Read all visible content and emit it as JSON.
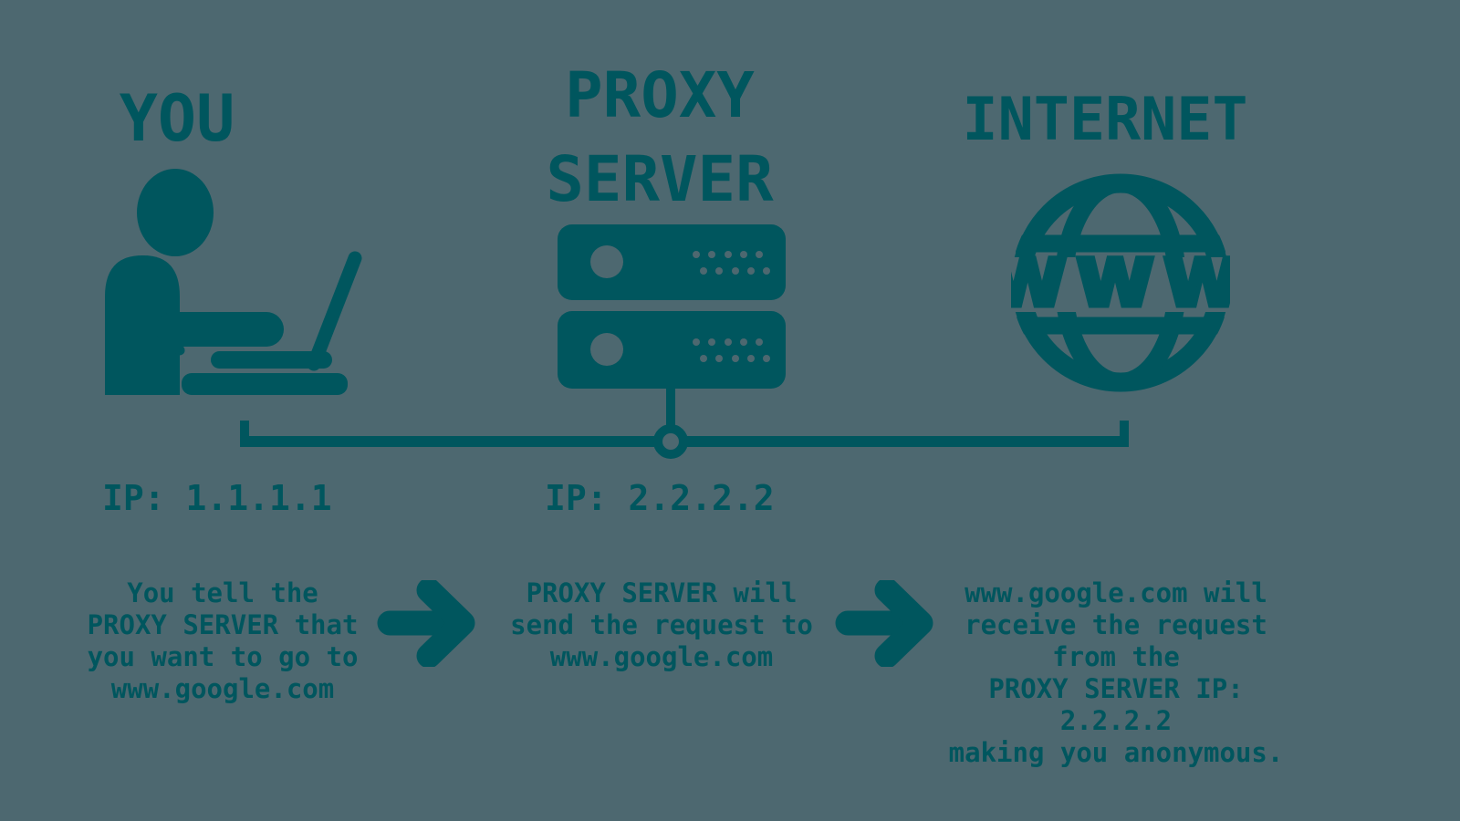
{
  "colors": {
    "ink": "#00565E",
    "bg": "#4D6870"
  },
  "diagram": {
    "you": {
      "title": "YOU",
      "ip": "IP: 1.1.1.1"
    },
    "proxy": {
      "title": "PROXY\nSERVER",
      "ip": "IP: 2.2.2.2"
    },
    "internet": {
      "title": "INTERNET",
      "globe_label": "www"
    }
  },
  "steps": [
    {
      "text": "You tell the\nPROXY SERVER that\nyou want to go to\nwww.google.com"
    },
    {
      "text": "PROXY SERVER will\nsend the request to\nwww.google.com"
    },
    {
      "text": "www.google.com will\nreceive the request\nfrom the\nPROXY SERVER IP: 2.2.2.2\nmaking you anonymous."
    }
  ]
}
